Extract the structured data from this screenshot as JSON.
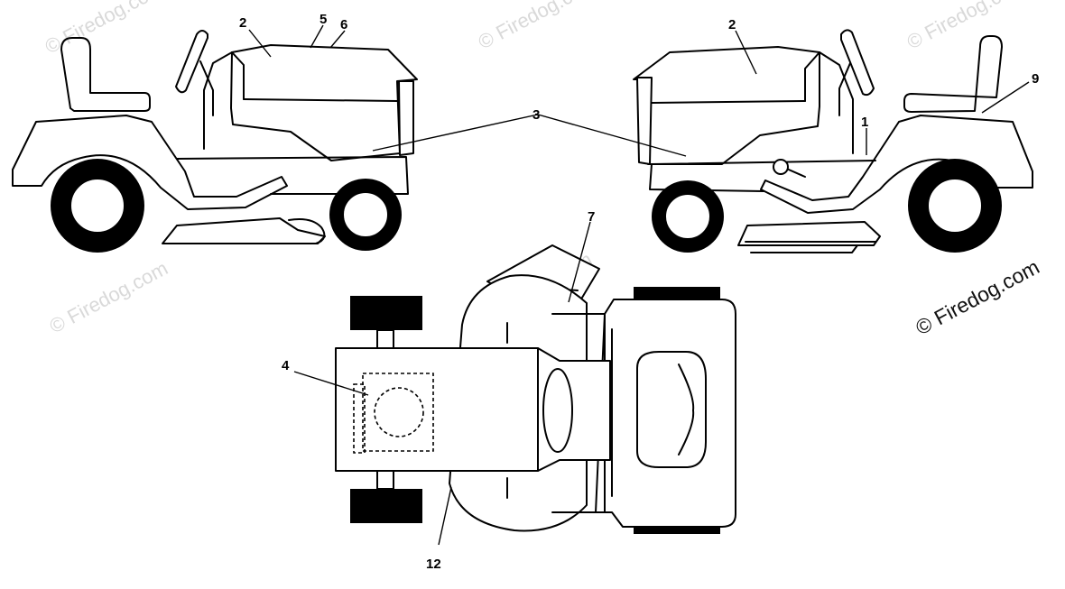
{
  "callouts": {
    "c1": "1",
    "c2_left": "2",
    "c2_right": "2",
    "c3": "3",
    "c4": "4",
    "c5": "5",
    "c6": "6",
    "c7": "7",
    "c9": "9",
    "c12": "12"
  },
  "watermarks": {
    "primary": "© Firedog.com",
    "faded_1": "© Firedog.com",
    "faded_2": "© Firedog.com",
    "faded_3": "© Firedog.com",
    "faded_4": "© Firedog.com",
    "faded_5": "© Firedog.com"
  }
}
